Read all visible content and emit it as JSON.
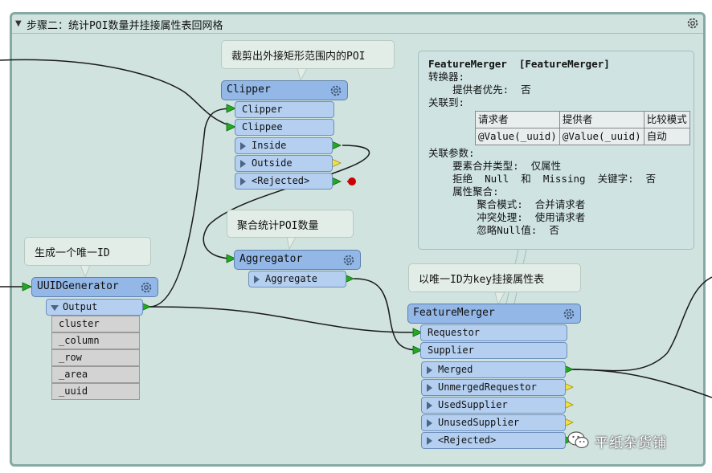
{
  "bookmark": {
    "title": "步骤二：统计POI数量并挂接属性表回网格"
  },
  "annotations": {
    "clip": "裁剪出外接矩形范围内的POI",
    "agg": "聚合统计POI数量",
    "uuid": "生成一个唯一ID",
    "merge": "以唯一ID为key挂接属性表"
  },
  "clipper": {
    "title": "Clipper",
    "in_clipper": "Clipper",
    "in_clippee": "Clippee",
    "out_inside": "Inside",
    "out_outside": "Outside",
    "out_rejected": "<Rejected>"
  },
  "aggregator": {
    "title": "Aggregator",
    "out_aggregate": "Aggregate"
  },
  "uuid_generator": {
    "title": "UUIDGenerator",
    "out_output": "Output",
    "attributes": [
      "cluster",
      "_column",
      "_row",
      "_area",
      "_uuid"
    ]
  },
  "feature_merger": {
    "title": "FeatureMerger",
    "in_requestor": "Requestor",
    "in_supplier": "Supplier",
    "outputs": [
      "Merged",
      "UnmergedRequestor",
      "UsedSupplier",
      "UnusedSupplier",
      "<Rejected>"
    ]
  },
  "properties": {
    "header": "FeatureMerger  [FeatureMerger]",
    "l1": "转换器:",
    "l2": "    提供者优先:  否",
    "l3": "关联到:",
    "table_headers": [
      "请求者",
      "提供者",
      "比较模式"
    ],
    "table_row": [
      "@Value(_uuid)",
      "@Value(_uuid)",
      "自动"
    ],
    "l4": "关联参数:",
    "l5": "    要素合并类型:  仅属性",
    "l6": "    拒绝  Null  和  Missing  关键字:  否",
    "l7": "    属性聚合:",
    "l8": "        聚合模式:  合并请求者",
    "l9": "        冲突处理:  使用请求者",
    "l10": "        忽略Null值:  否"
  },
  "watermark": {
    "text": "平纸杂货铺"
  },
  "colors": {
    "bookmark_bg": "#d0e3de",
    "transformer": "#93b7e6",
    "port": "#b4cff0",
    "connected_port": "#22aa22",
    "unconnected_port": "#f0e040",
    "rejected_dot": "#cc0000"
  }
}
